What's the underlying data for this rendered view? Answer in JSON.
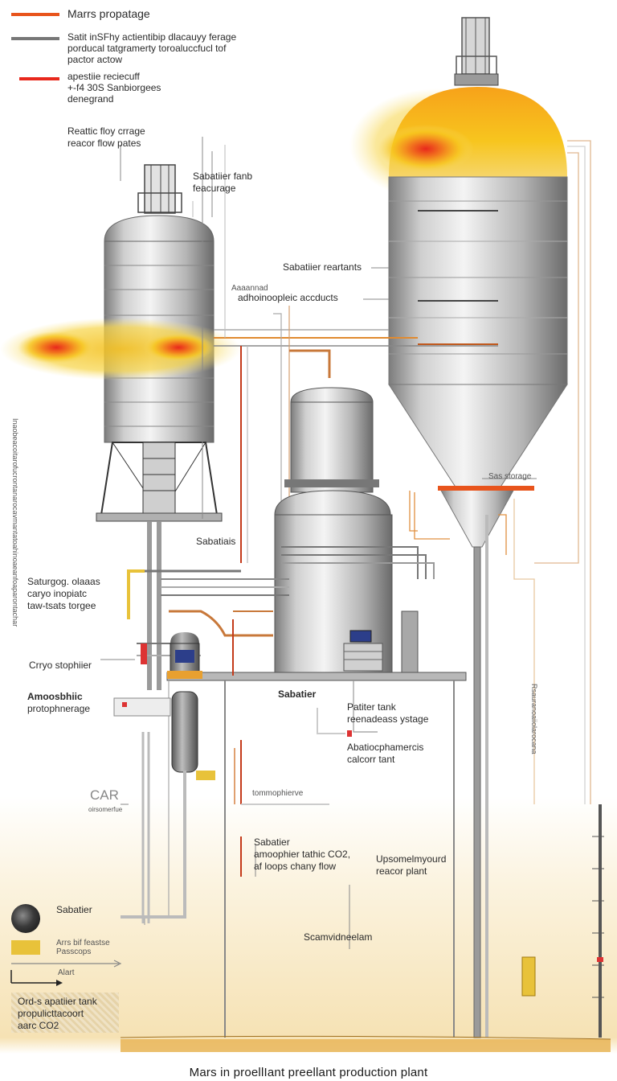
{
  "legend": [
    {
      "color": "#e8541c",
      "lines": [
        "Marrs propatage"
      ]
    },
    {
      "color": "#777777",
      "lines": [
        "Satit inSFhy actientibip dlacauyy ferage",
        "porducal tatgramerty toroaluccfucl tof",
        "pactor actow"
      ]
    },
    {
      "color": "#e8281c",
      "lines": [
        "apestiie reciecuff",
        "+-f4 30S Sanbiorgees",
        "denegrand"
      ]
    }
  ],
  "labels": {
    "reactor_flow": [
      "Reattic floy crrage",
      "reacor flow pates"
    ],
    "sabatier_tank": [
      "Sabatiier fanb",
      "feacurage"
    ],
    "sabatier_reactants": "Sabatiier reartants",
    "ammonia_over": "Aaaannad",
    "atmo_products": "adhoinoopleic accducts",
    "sas_storage": "Sas storage",
    "sabatiais": "Sabatiais",
    "saturge": [
      "Saturgog. olaaas",
      "caryo inopiatc",
      "taw-tsats torgee"
    ],
    "cryo": "Crryo stophiier",
    "atmo_storage": [
      "Amoosbhiic",
      "protophnerage"
    ],
    "sabatier_mid": "Sabatier",
    "patiter_tank": [
      "Patiter tank",
      "reenadeass ystage"
    ],
    "abatioc": [
      "Abatiocphamercis",
      "calcorr tant"
    ],
    "car": "CAR",
    "car_sub": "oirsomerfue",
    "tommophierve": "tommophierve",
    "sabatier_co2": [
      "Sabatier",
      "amoophier tathic CO2,",
      "af loops chany flow"
    ],
    "upsome": [
      "Upsomelmyourd",
      "reacor plant"
    ],
    "scam": "Scamvidneelam",
    "sabatier_bottom": "Sabatier",
    "arrs": [
      "Arrs bif feastse",
      "Passcops"
    ],
    "alart": "Alart",
    "sand_note": [
      "Ord-s apatiier tank",
      "propulicttacoort",
      "aarc CO2"
    ]
  },
  "vertical_labels": {
    "left": "Inaobeacoitarofucrontanarocavmantatoahinoaeanfoaparontachar",
    "right": "Rsauranoaiiolarocana"
  },
  "colors": {
    "accent_orange": "#e8541c",
    "accent_red": "#e8281c",
    "steel": "#9a9a9a",
    "glow_yellow": "#f5c21a",
    "copper": "#c8783a"
  },
  "title": "Mars  in proellIant preellant  production   plant"
}
